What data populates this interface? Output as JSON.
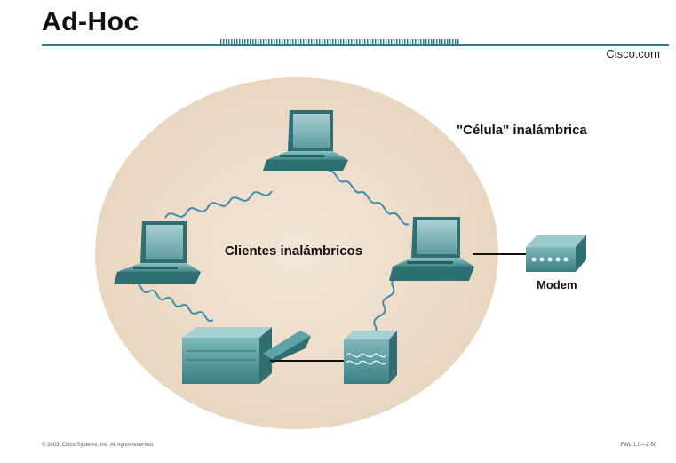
{
  "slide": {
    "title": "Ad-Hoc",
    "brand": "Cisco.com",
    "footer_left": "© 2003, Cisco Systems, Inc. All rights reserved.",
    "footer_right": "FWL 1.0—2-50"
  },
  "diagram": {
    "cell_label": "\"Célula\" inalámbrica",
    "clients_label": "Clientes inalámbricos",
    "modem_label": "Modem"
  },
  "colors": {
    "cell_fill": "#efdfcc",
    "device_teal": "#3f8f95",
    "wave": "#3a8fb0"
  }
}
